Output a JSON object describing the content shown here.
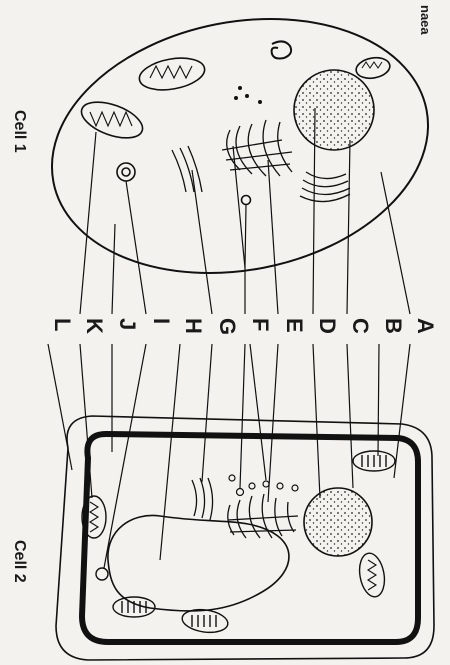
{
  "corner_text": "naea",
  "cells": [
    {
      "id": "cell-1",
      "title": "Cell 1"
    },
    {
      "id": "cell-2",
      "title": "Cell 2"
    }
  ],
  "labels": [
    "A",
    "B",
    "C",
    "D",
    "E",
    "F",
    "G",
    "H",
    "I",
    "J",
    "K",
    "L"
  ]
}
